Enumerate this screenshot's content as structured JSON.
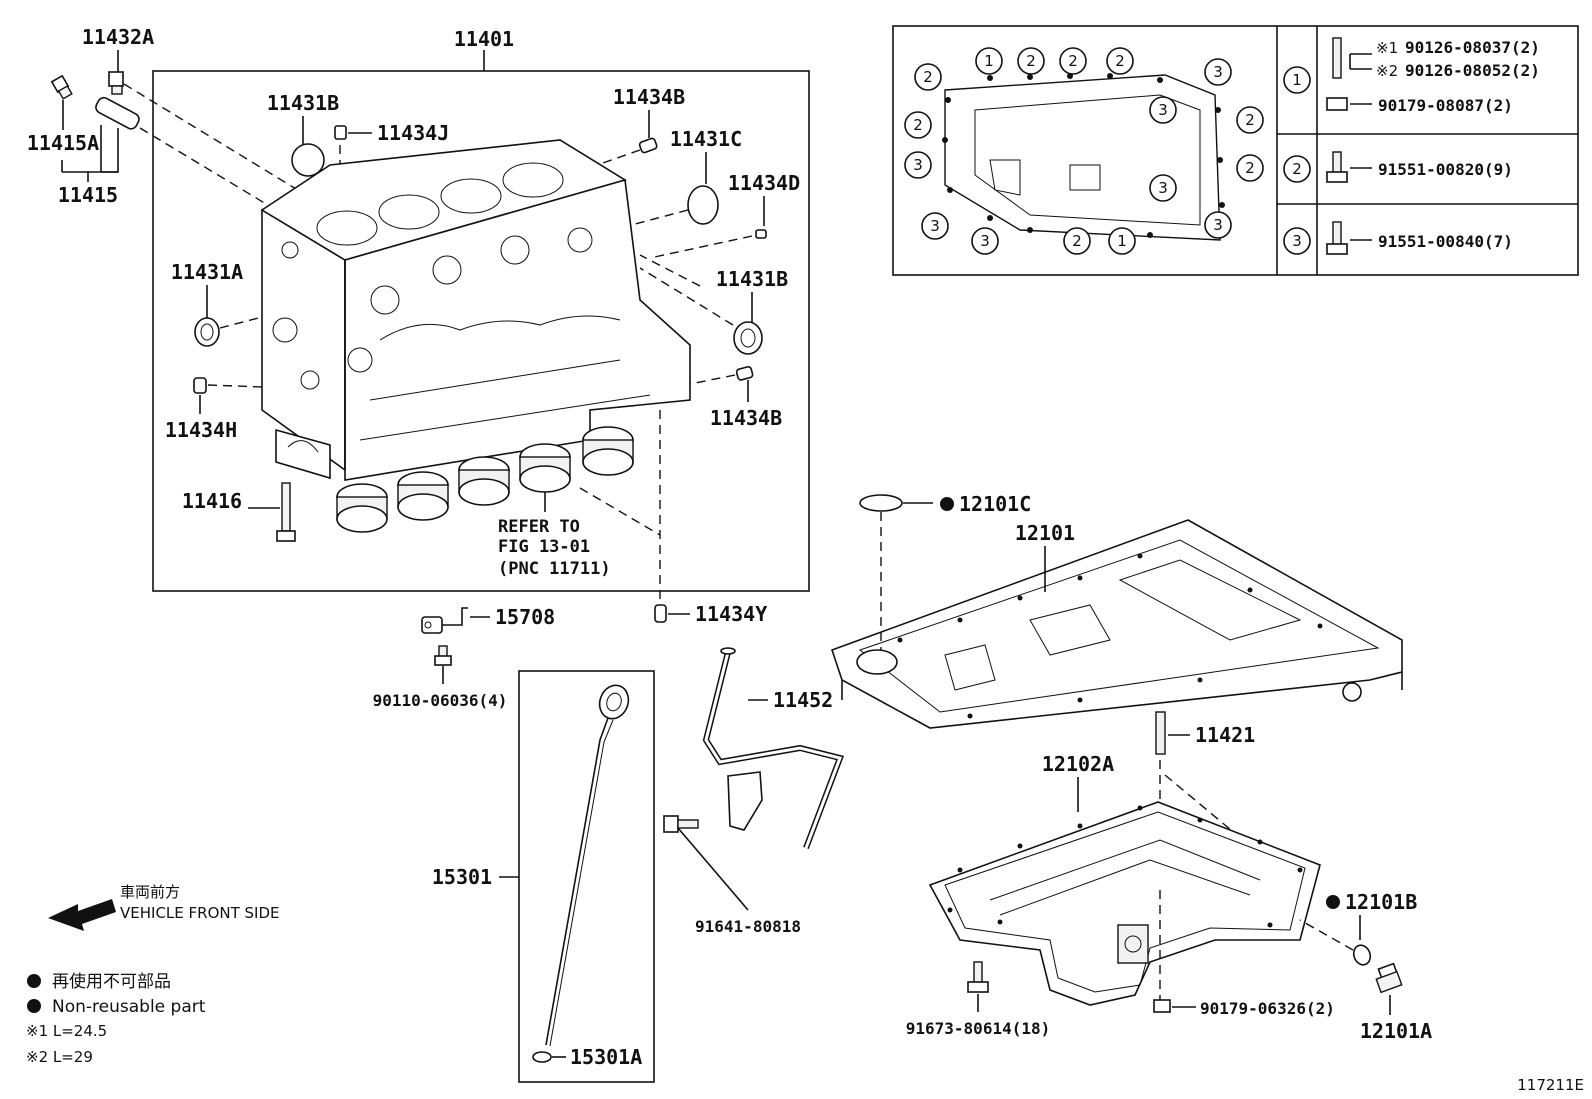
{
  "labels": {
    "block": "11401",
    "l11432A": "11432A",
    "l11415A": "11415A",
    "l11415": "11415",
    "l11431B_top": "11431B",
    "l11434J": "11434J",
    "l11434B_top": "11434B",
    "l11431C": "11431C",
    "l11434D": "11434D",
    "l11431A": "11431A",
    "l11431B_right": "11431B",
    "l11434H": "11434H",
    "l11434B_right": "11434B",
    "l11416": "11416",
    "refer1": "REFER TO",
    "refer2": "FIG 13-01",
    "refer3": "(PNC 11711)",
    "l15708": "15708",
    "l90110": "90110-06036(4)",
    "l11434Y": "11434Y",
    "l11452": "11452",
    "l15301": "15301",
    "l15301A": "15301A",
    "l91641": "91641-80818",
    "l12101C": "12101C",
    "l12101": "12101",
    "l11421": "11421",
    "l12102A": "12102A",
    "l12101B": "12101B",
    "l90179_06326": "90179-06326(2)",
    "l91673": "91673-80614(18)",
    "l12101A": "12101A",
    "footer_code": "117211E"
  },
  "bolt_table": {
    "rows": [
      {
        "key": "1",
        "lines": [
          {
            "mark": "※1",
            "part": "90126-08037(2)"
          },
          {
            "mark": "※2",
            "part": "90126-08052(2)"
          },
          {
            "mark": "",
            "part": "90179-08087(2)"
          }
        ]
      },
      {
        "key": "2",
        "lines": [
          {
            "mark": "",
            "part": "91551-00820(9)"
          }
        ]
      },
      {
        "key": "3",
        "lines": [
          {
            "mark": "",
            "part": "91551-00840(7)"
          }
        ]
      }
    ]
  },
  "pan_callouts": [
    "1",
    "2",
    "2",
    "2",
    "2",
    "3",
    "2",
    "3",
    "3",
    "3",
    "2",
    "2",
    "1",
    "3",
    "3",
    "2",
    "3"
  ],
  "legend": {
    "front_jp": "車両前方",
    "front_en": "VEHICLE FRONT SIDE",
    "nonreuse_jp": "再使用不可部品",
    "nonreuse_en": "Non-reusable part",
    "note1": "※1 L=24.5",
    "note2": "※2 L=29"
  }
}
